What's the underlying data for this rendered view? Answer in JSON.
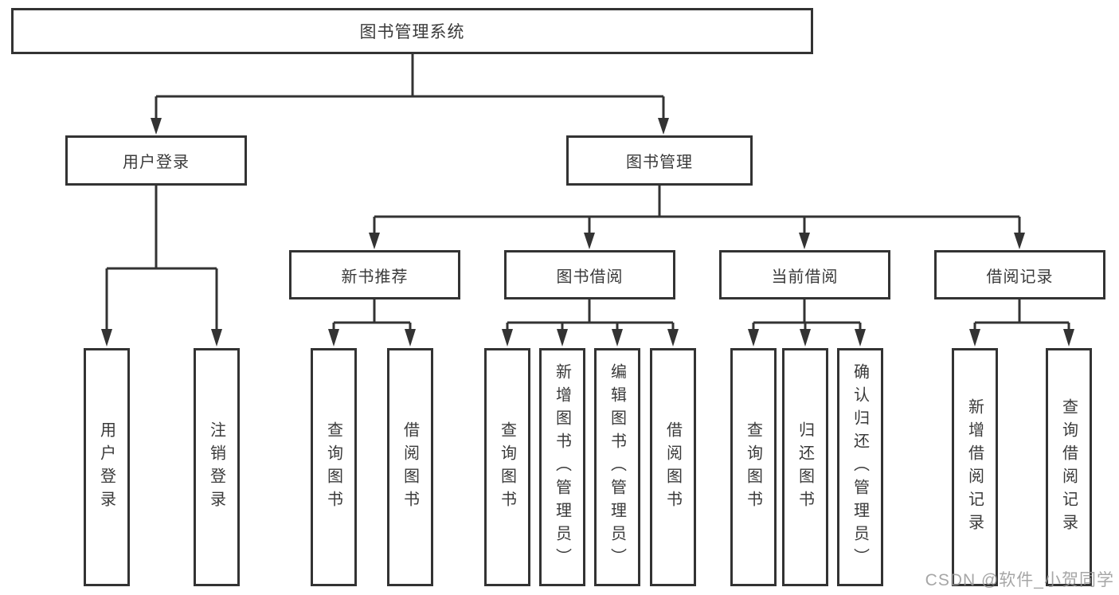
{
  "diagram": {
    "root_label": "图书管理系统",
    "branches": [
      {
        "label": "用户登录",
        "children": [
          "用户登录",
          "注销登录"
        ]
      },
      {
        "label": "图书管理",
        "sections": [
          {
            "label": "新书推荐",
            "children": [
              "查询图书",
              "借阅图书"
            ]
          },
          {
            "label": "图书借阅",
            "children": [
              "查询图书",
              "新增图书（管理员）",
              "编辑图书（管理员）",
              "借阅图书"
            ]
          },
          {
            "label": "当前借阅",
            "children": [
              "查询图书",
              "归还图书",
              "确认归还（管理员）"
            ]
          },
          {
            "label": "借阅记录",
            "children": [
              "新增借阅记录",
              "查询借阅记录"
            ]
          }
        ]
      }
    ]
  },
  "watermark": "CSDN @软件_小贺同学",
  "colors": {
    "line": "#333333",
    "text": "#3a3a3a",
    "background": "#ffffff",
    "watermark": "#969696"
  }
}
